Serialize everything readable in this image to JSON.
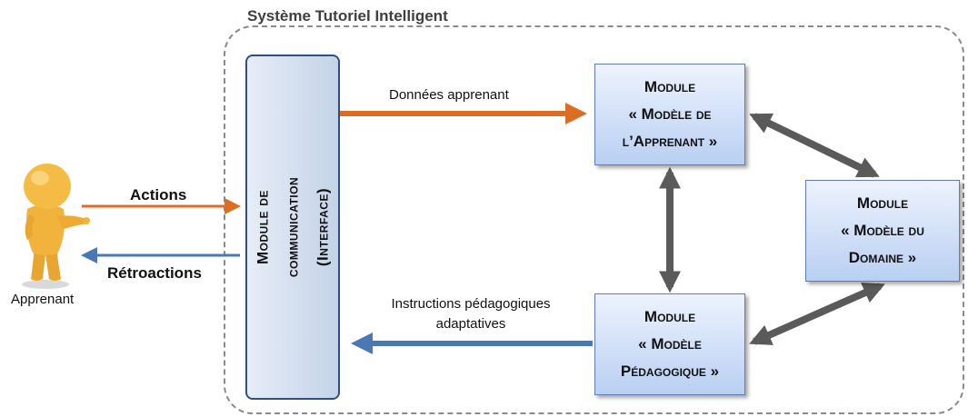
{
  "system": {
    "title": "Système Tutoriel Intelligent"
  },
  "learner": {
    "label": "Apprenant"
  },
  "interface_module": {
    "lines": [
      "Module de",
      "communication",
      "(Interface)"
    ]
  },
  "modules": {
    "learner_model": {
      "lines": [
        "Module",
        "« Modèle de",
        "l’Apprenant »"
      ]
    },
    "domain_model": {
      "lines": [
        "Module",
        "« Modèle du",
        "Domaine »"
      ]
    },
    "pedagogical_model": {
      "lines": [
        "Module",
        "« Modèle",
        "Pédagogique »"
      ]
    }
  },
  "flows": {
    "actions": "Actions",
    "feedback": "Rétroactions",
    "learner_data": "Données apprenant",
    "instructions_lines": [
      "Instructions pédagogiques",
      "adaptatives"
    ]
  },
  "colors": {
    "orange_arrow": "#dd6d22",
    "blue_arrow": "#4a78b5",
    "gray_arrow": "#5a5a5a",
    "module_border": "#5b7fb6",
    "interface_border": "#2f4f80",
    "figure_skin": "#f2b33d"
  },
  "icons": {
    "learner": "person-pointing-icon"
  }
}
